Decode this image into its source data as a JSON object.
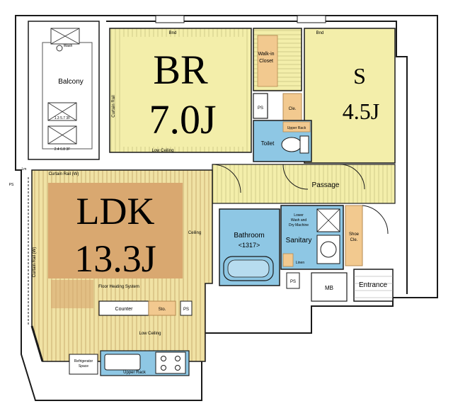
{
  "rooms": {
    "br": {
      "name": "BR",
      "size": "7.0J"
    },
    "s": {
      "name": "S",
      "size": "4.5J"
    },
    "ldk": {
      "name": "LDK",
      "size": "13.3J"
    }
  },
  "labels": {
    "balcony": "Balcony",
    "walkin": [
      "Walk-in",
      "Closet"
    ],
    "toilet": "Toilet",
    "passage": "Passage",
    "bathroom": "Bathroom",
    "bathroom_size": "<1317>",
    "sanitary": "Sanitary",
    "washer": [
      "Lower",
      "Wash and",
      "Dry Machine"
    ],
    "shoe": [
      "Shoe",
      "Cle."
    ],
    "entrance": "Entrance",
    "mb": "MB",
    "ps1": "PS",
    "ps2": "PS",
    "ps3": "PS",
    "ps4": "PS",
    "counter": "Counter",
    "storage": "Sto.",
    "floor_heating": "Floor Heating System",
    "low_ceiling_kitchen": "Low Ceiling",
    "low_ceiling_br": "Low Ceiling",
    "ceiling": "Ceiling",
    "upper_rack": "Upper Rack",
    "refrigerator": [
      "Refrigerator",
      "Space"
    ],
    "cl": "Cle.",
    "linen": "Linen",
    "upper_rack_toilet": "Upper Rack",
    "curtain_rail_br": "Curtain Rail",
    "curtain_rail_ldk_top": "Curtain Rail (W)",
    "curtain_rail_ldk_side": "Curtain Rail (W)",
    "bnd_br": "Bnd",
    "bnd_s": "Bnd",
    "outdoor_unit_1": "1.3 5.7 3F",
    "outdoor_unit_2": "2.4 6.8 3F",
    "wash": "Wash",
    "lm": "Lm"
  },
  "colors": {
    "yellow": "#f3eeaa",
    "ldk": "#d9a870",
    "blue": "#8ec7e4",
    "orange": "#f2c98f",
    "wall": "#1a1a1a",
    "stripe": "#c9c481"
  }
}
